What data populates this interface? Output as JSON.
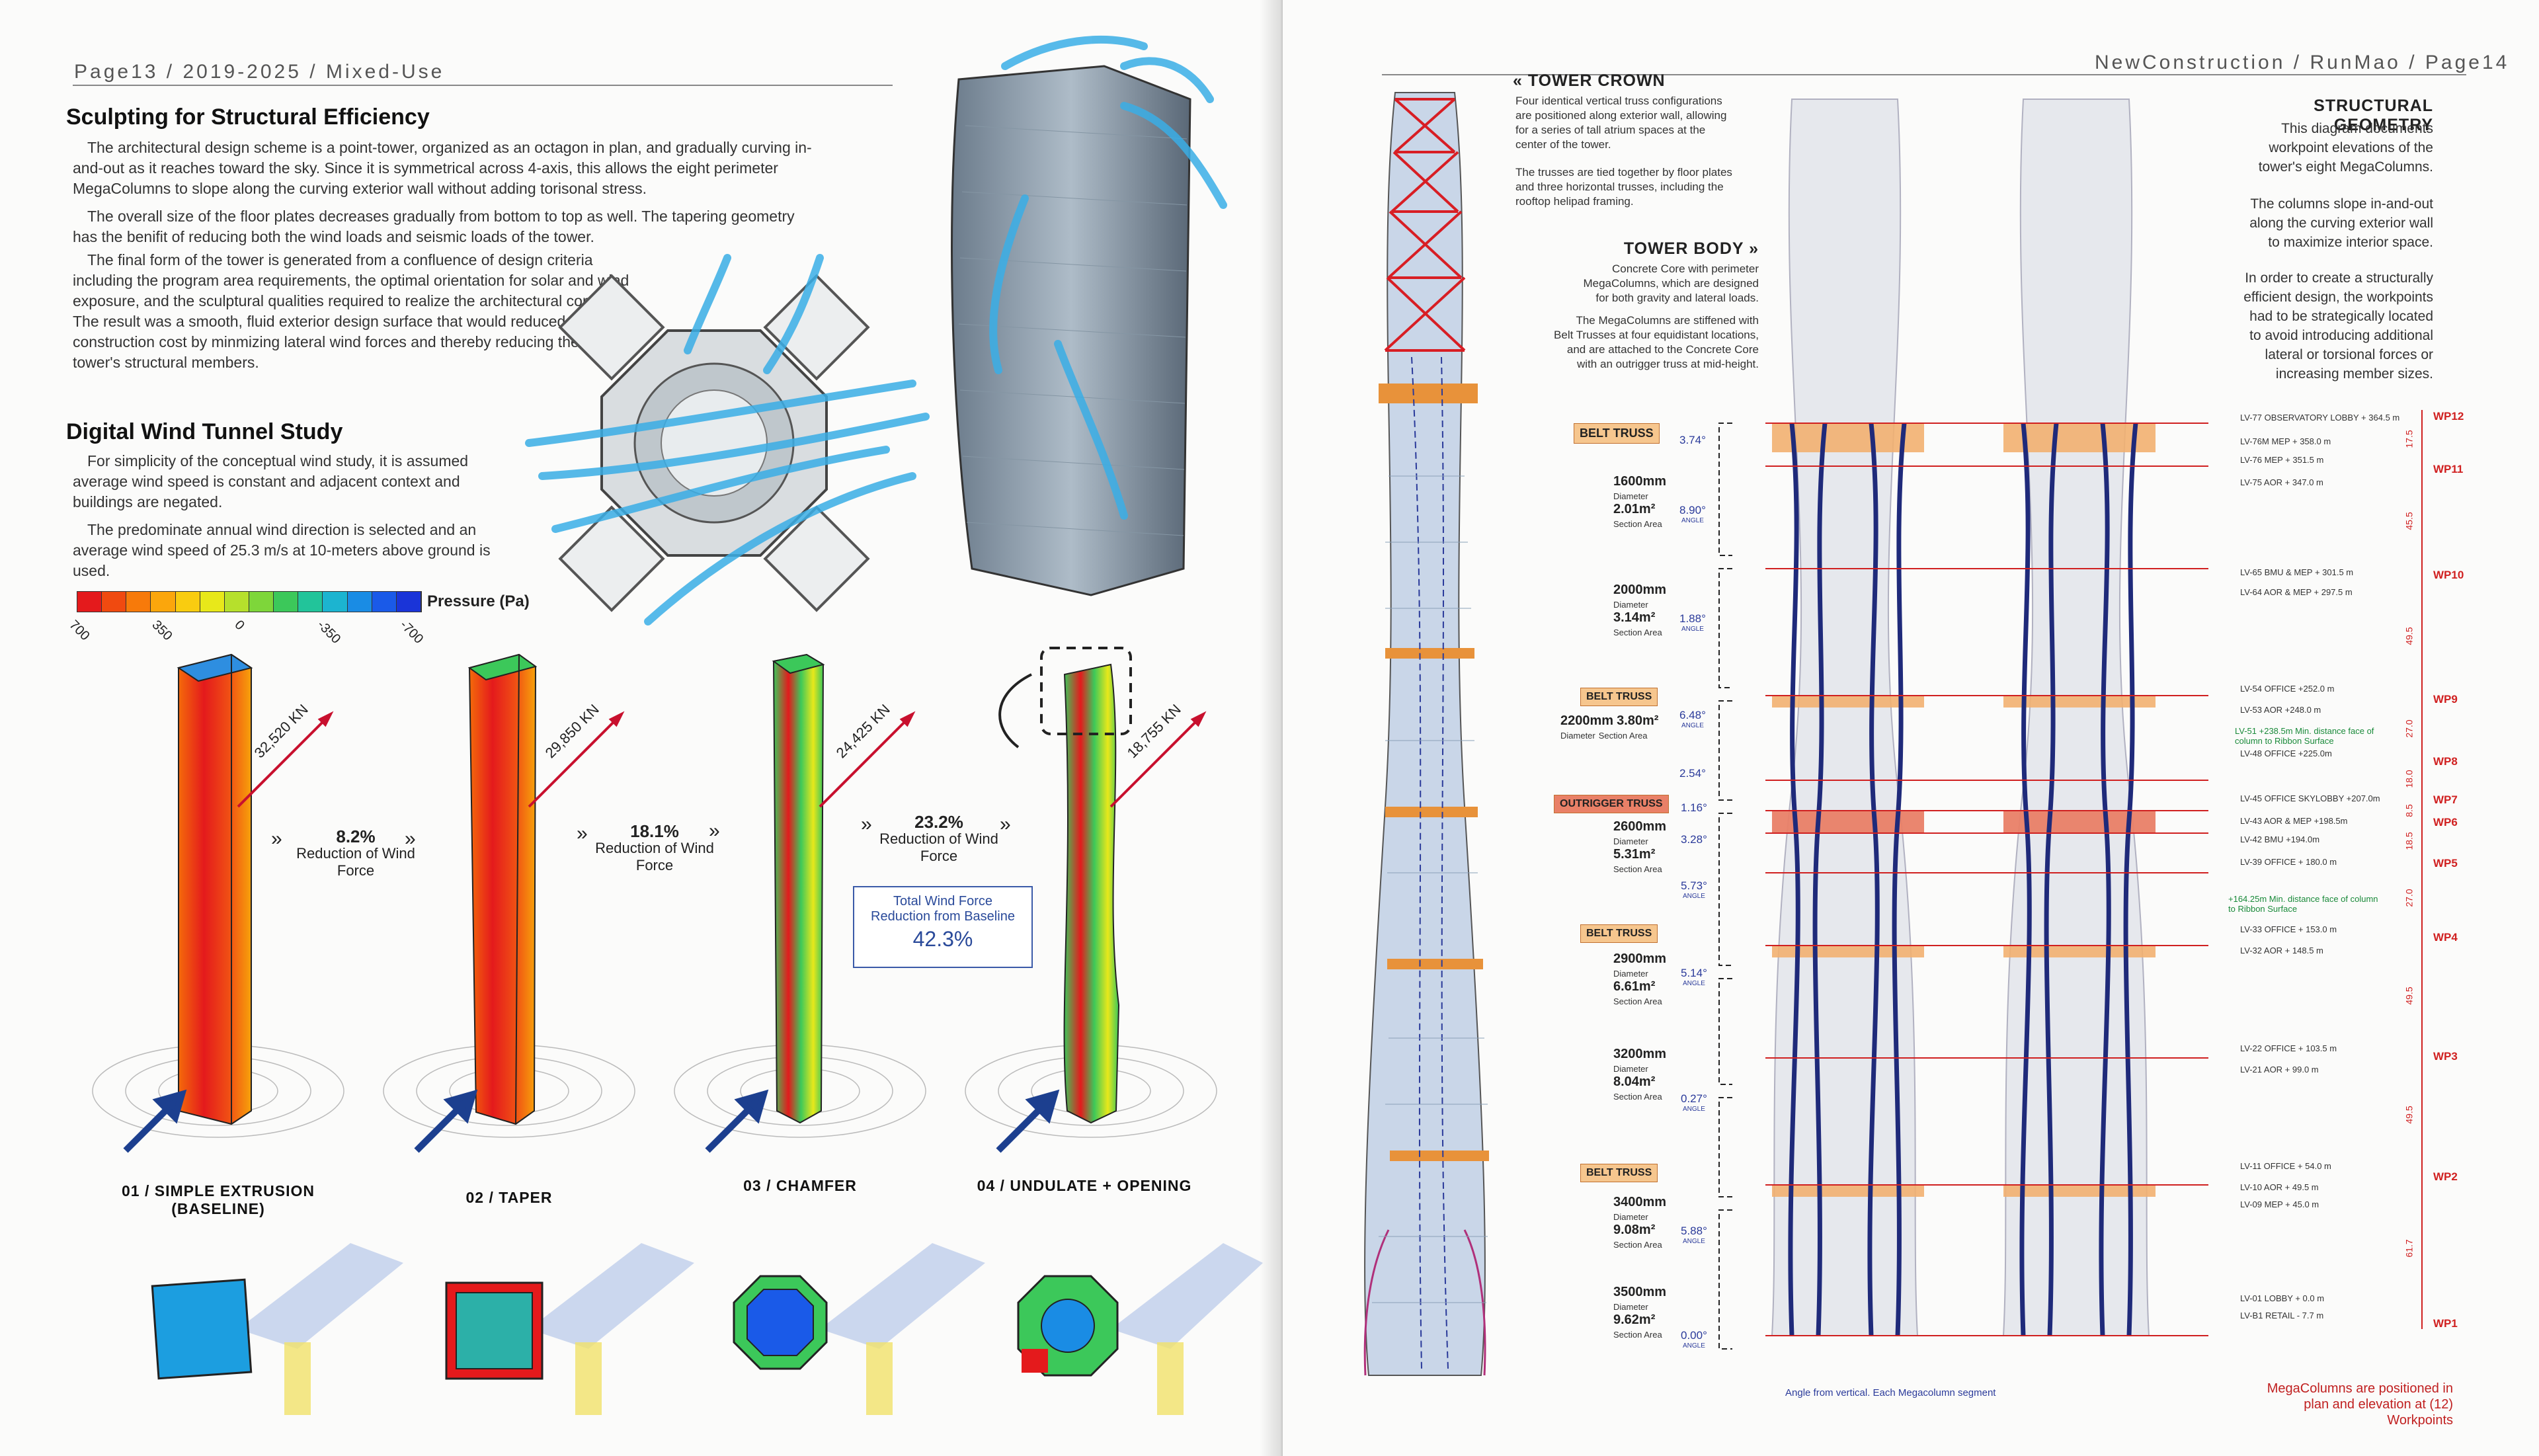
{
  "left_page": {
    "header": {
      "page": "Page13",
      "years": "2019-2025",
      "category": "Mixed-Use"
    },
    "section1": {
      "title": "Sculpting for Structural Efficiency",
      "p1": "The architectural design scheme is a point-tower, organized as an octagon in plan, and gradually curving in-and-out as it reaches toward the sky.  Since it is symmetrical across 4-axis, this allows the eight perimeter MegaColumns to slope along the curving exterior wall without adding torisonal stress.",
      "p2": "The overall size of the floor plates decreases gradually from bottom to top as well. The tapering geometry has the benifit of reducing both the wind loads and seismic loads of the tower.",
      "p3": "The final form of the tower is generated from a confluence of design criteria including the program area requirements, the optimal orientation for solar and wind exposure, and the sculptural qualities required to realize the architectural concept. The result was a smooth, fluid exterior design surface that would reduced the total construction cost by minmizing lateral wind forces and thereby reducing the size of tower's structural members."
    },
    "section2": {
      "title": "Digital Wind Tunnel Study",
      "p1": "For simplicity of the conceptual wind study, it is assumed average wind speed is constant and adjacent context and buildings are negated.",
      "p2": "The predominate annual wind direction is selected and an average wind speed of 25.3 m/s at 10-meters above ground is used."
    },
    "legend": {
      "title": "Pressure (Pa)",
      "ticks": [
        "700",
        "350",
        "0",
        "-350",
        "-700"
      ],
      "colors": [
        "#e41a1c",
        "#f04a10",
        "#f77a0a",
        "#fba60c",
        "#f9cc10",
        "#e8e81a",
        "#b6e02c",
        "#7ed63a",
        "#3cc85a",
        "#22c49a",
        "#1cb4d0",
        "#1a8ce4",
        "#1a5ae8",
        "#1a34d8"
      ]
    },
    "studies": [
      {
        "label": "01 / SIMPLE EXTRUSION",
        "sublabel": "(BASELINE)",
        "force": "32,520 KN"
      },
      {
        "label": "02 / TAPER",
        "force": "29,850 KN"
      },
      {
        "label": "03 / CHAMFER",
        "force": "24,425 KN"
      },
      {
        "label": "04 / UNDULATE + OPENING",
        "force": "18,755 KN"
      }
    ],
    "reductions": [
      {
        "pct": "8.2%",
        "text": "Reduction of Wind Force"
      },
      {
        "pct": "18.1%",
        "text": "Reduction of Wind Force"
      },
      {
        "pct": "23.2%",
        "text": "Reduction of Wind Force"
      }
    ],
    "total_box": {
      "line1": "Total Wind Force",
      "line2": "Reduction from Baseline",
      "value": "42.3%"
    },
    "chevron": "»"
  },
  "right_page": {
    "header": {
      "brand": "NewConstruction",
      "author": "RunMao",
      "page": "Page14"
    },
    "tower_crown": {
      "title": "TOWER CROWN",
      "p1": "Four identical vertical truss configurations are positioned along exterior wall, allowing for a series of tall atrium spaces at the center of the tower.",
      "p2": "The trusses are tied together by floor plates and three horizontal trusses, including the rooftop helipad framing."
    },
    "tower_body": {
      "title": "TOWER BODY",
      "p1": "Concrete Core with perimeter MegaColumns, which are designed for both gravity and lateral loads.",
      "p2": "The MegaColumns are stiffened with Belt Trusses at four equidistant locations, and are attached to the Concrete Core with an outrigger truss at mid-height."
    },
    "structural_geometry": {
      "title": "STRUCTURAL GEOMETRY",
      "p1": "This diagram documents workpoint elevations of the tower's eight MegaColumns.",
      "p2": "The columns slope in-and-out along the curving exterior wall to maximize interior space.",
      "p3": "In order to create a structurally efficient design, the workpoints had to be strategically located to avoid introducing additional lateral or torsional forces or increasing member sizes."
    },
    "tags": [
      "BELT TRUSS",
      "BELT TRUSS",
      "OUTRIGGER TRUSS",
      "BELT TRUSS",
      "BELT TRUSS"
    ],
    "column_specs": [
      {
        "dia": "1600mm",
        "dia_label": "Diameter",
        "area": "2.01m²",
        "area_label": "Section Area"
      },
      {
        "dia": "2000mm",
        "dia_label": "Diameter",
        "area": "3.14m²",
        "area_label": "Section Area"
      },
      {
        "dia": "2200mm",
        "dia_label": "Diameter",
        "area": "3.80m²",
        "area_label": "Section Area"
      },
      {
        "dia": "2600mm",
        "dia_label": "Diameter",
        "area": "5.31m²",
        "area_label": "Section Area"
      },
      {
        "dia": "2900mm",
        "dia_label": "Diameter",
        "area": "6.61m²",
        "area_label": "Section Area"
      },
      {
        "dia": "3200mm",
        "dia_label": "Diameter",
        "area": "8.04m²",
        "area_label": "Section Area"
      },
      {
        "dia": "3400mm",
        "dia_label": "Diameter",
        "area": "9.08m²",
        "area_label": "Section Area"
      },
      {
        "dia": "3500mm",
        "dia_label": "Diameter",
        "area": "9.62m²",
        "area_label": "Section Area"
      }
    ],
    "angles": [
      "3.74°",
      "8.90°",
      "1.88°",
      "6.48°",
      "2.54°",
      "1.16°",
      "3.28°",
      "5.73°",
      "5.14°",
      "0.27°",
      "5.88°",
      "0.00°"
    ],
    "angle_label": "ANGLE",
    "levels": [
      "LV-77 OBSERVATORY LOBBY  + 364.5 m",
      "LV-76M MEP  + 358.0 m",
      "LV-76 MEP  + 351.5 m",
      "LV-75 AOR  + 347.0 m",
      "LV-65 BMU & MEP  + 301.5 m",
      "LV-64 AOR & MEP  + 297.5 m",
      "LV-54 OFFICE  +252.0 m",
      "LV-53 AOR  +248.0 m",
      "LV-48 OFFICE  +225.0m",
      "LV-45 OFFICE SKYLOBBY  +207.0m",
      "LV-43 AOR & MEP  +198.5m",
      "LV-42 BMU  +194.0m",
      "LV-39 OFFICE  + 180.0 m",
      "LV-33 OFFICE  + 153.0 m",
      "LV-32 AOR  + 148.5 m",
      "LV-22 OFFICE  + 103.5 m",
      "LV-21 AOR  + 99.0 m",
      "LV-11 OFFICE  + 54.0 m",
      "LV-10 AOR  + 49.5 m",
      "LV-09 MEP  + 45.0 m",
      "LV-01 LOBBY  + 0.0 m",
      "LV-B1 RETAIL  - 7.7 m"
    ],
    "notes": [
      "LV-51 +238.5m  Min. distance face of column to Ribbon Surface",
      "+164.25m  Min. distance face of column to Ribbon Surface"
    ],
    "workpoints": [
      "WP12",
      "WP11",
      "WP10",
      "WP9",
      "WP8",
      "WP7",
      "WP6",
      "WP5",
      "WP4",
      "WP3",
      "WP2",
      "WP1"
    ],
    "dims": [
      "17.5",
      "45.5",
      "49.5",
      "27.0",
      "18.0",
      "8.5",
      "18.5",
      "27.0",
      "49.5",
      "49.5",
      "61.7"
    ],
    "footnote_left": "Angle from vertical.  Each Megacolumn segment",
    "footnote_right": "MegaColumns are positioned in plan and elevation at (12) Workpoints"
  }
}
